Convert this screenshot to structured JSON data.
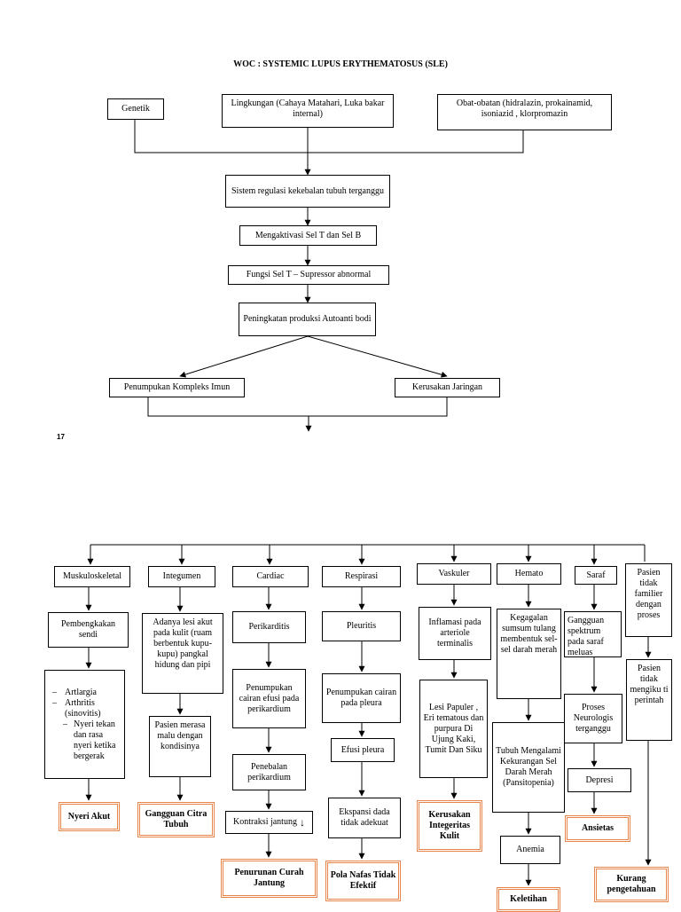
{
  "title": "WOC : SYSTEMIC LUPUS ERYTHEMATOSUS (SLE)",
  "page_number": "17",
  "causes": {
    "genetik": "Genetik",
    "lingkungan": "Lingkungan (Cahaya Matahari, Luka bakar internal)",
    "obat": "Obat-obatan (hidralazin, prokainamid, isoniazid , klorpromazin"
  },
  "chain": {
    "sistem": "Sistem regulasi kekebalan tubuh terganggu",
    "aktivasi": "Mengaktivasi Sel T dan Sel B",
    "fungsi": "Fungsi Sel T – Supressor abnormal",
    "autoanti": "Peningkatan produksi Autoanti bodi",
    "imun": "Penumpukan Kompleks Imun",
    "jaringan": "Kerusakan Jaringan"
  },
  "systems": {
    "musk": {
      "header": "Muskuloskeletal",
      "steps": [
        "Pembengkakan sendi"
      ],
      "list": [
        "Artlargia",
        "Arthritis (sinovitis)",
        "Nyeri tekan dan rasa nyeri ketika bergerak"
      ],
      "diagnosis": "Nyeri Akut"
    },
    "integ": {
      "header": "Integumen",
      "steps": [
        "Adanya lesi akut pada kulit (ruam berbentuk kupu-kupu) pangkal hidung dan pipi",
        "Pasien merasa malu dengan kondisinya"
      ],
      "diagnosis": "Gangguan Citra Tubuh"
    },
    "card": {
      "header": "Cardiac",
      "steps": [
        "Perikarditis",
        "Penumpukan cairan efusi pada perikardium",
        "Penebalan perikardium",
        "Kontraksi jantung"
      ],
      "diagnosis": "Penurunan Curah Jantung"
    },
    "resp": {
      "header": "Respirasi",
      "steps": [
        "Pleuritis",
        "Penumpukan cairan pada pleura",
        "Efusi pleura",
        "Ekspansi dada tidak adekuat"
      ],
      "diagnosis": "Pola Nafas Tidak Efektif"
    },
    "vask": {
      "header": "Vaskuler",
      "steps": [
        "Inflamasi pada arteriole terminalis",
        "Lesi Papuler , Eri tematous dan purpura Di Ujung Kaki, Tumit Dan Siku"
      ],
      "diagnosis": "Kerusakan Integeritas Kulit"
    },
    "hema": {
      "header": "Hemato",
      "steps": [
        "Kegagalan sumsum tulang membentuk sel-sel darah merah",
        "Tubuh Mengalami Kekurangan Sel Darah Merah (Pansitopenia)",
        "Anemia"
      ],
      "diagnosis": "Keletihan"
    },
    "saraf": {
      "header": "Saraf",
      "steps": [
        "Gangguan spektrum pada saraf meluas",
        "Proses Neurologis terganggu",
        "Depresi"
      ],
      "diagnosis": "Ansietas"
    },
    "extra": {
      "steps": [
        "Pasien tidak familier dengan proses",
        "Pasien tidak mengiku ti perintah"
      ],
      "diagnosis": "Kurang pengetahuan"
    }
  }
}
